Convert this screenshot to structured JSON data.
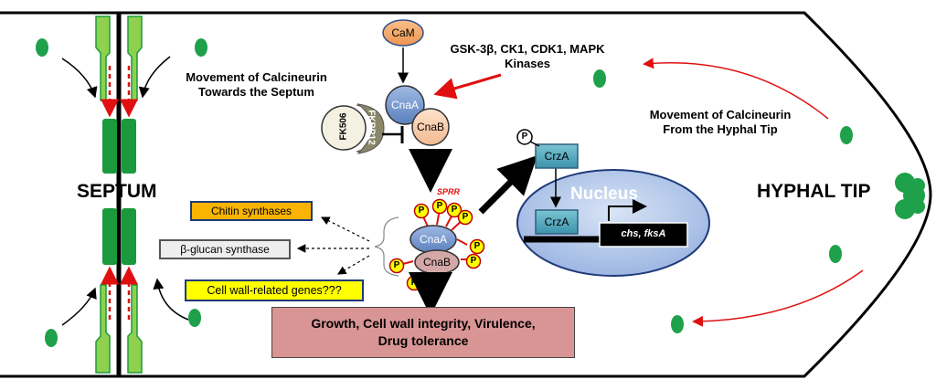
{
  "labels": {
    "septum": "SEPTUM",
    "hyphal_tip": "HYPHAL TIP",
    "movement_to_septum": [
      "Movement of Calcineurin",
      "Towards the Septum"
    ],
    "movement_from_tip": [
      "Movement of Calcineurin",
      "From the Hyphal Tip"
    ],
    "kinases": [
      "GSK-3β, CK1, CDK1, MAPK",
      "Kinases"
    ],
    "nucleus": "Nucleus"
  },
  "molecules": {
    "cam": "CaM",
    "cna_a": "CnaA",
    "cna_b": "CnaB",
    "fk506": "FK506",
    "fkbp12": "FKBP12",
    "crza": "CrzA",
    "phospho": "P",
    "sprr": "SPRR"
  },
  "genes": "chs, fksA",
  "targets": {
    "chitin": "Chitin synthases",
    "glucan": "β-glucan synthase",
    "cell_wall_genes": "Cell wall-related genes???"
  },
  "outcome": [
    "Growth, Cell wall integrity, Virulence,",
    "Drug tolerance"
  ],
  "colors": {
    "septum_green": "#1a9a3c",
    "dot_green": "#1fa04a",
    "light_green": "#8fd14f",
    "cam_orange": "#f4a460",
    "cna_blue": "#6e93c9",
    "cnb_peach": "#f7c9a5",
    "phospho_yellow": "#ffff00",
    "nucleus_fill": "#a9bfe6",
    "crza_teal": "#4aa3b8",
    "outcome_pink": "#d99594",
    "chitin_orange": "#f8b400",
    "glucan_gray": "#eeeeee",
    "genes_yellow": "#ffff00",
    "red_arrow": "#e01010"
  }
}
